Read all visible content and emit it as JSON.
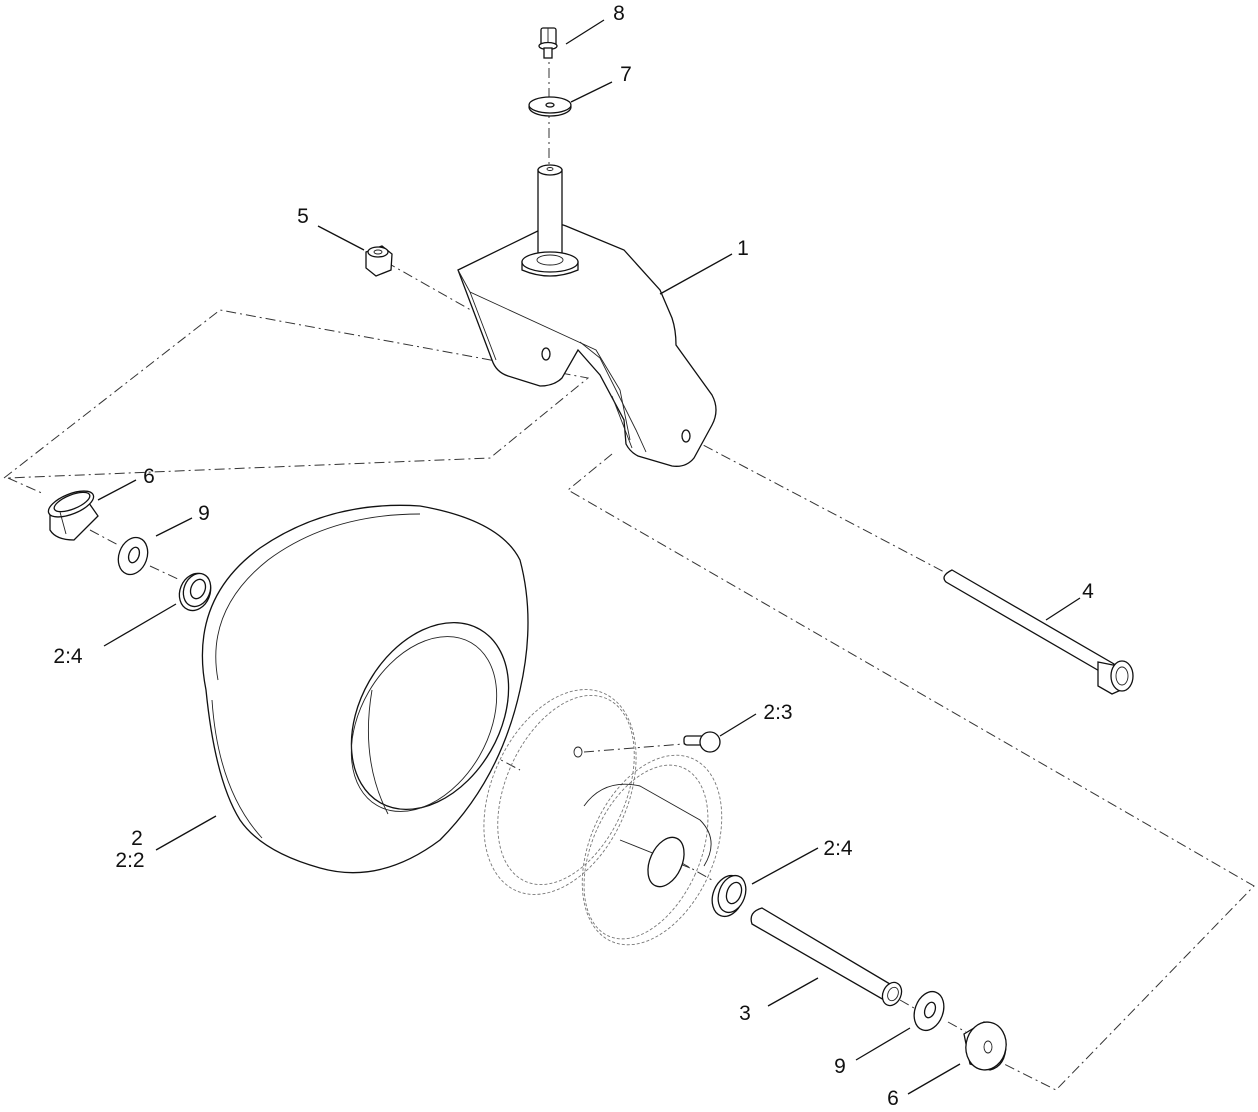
{
  "callouts": {
    "c8": "8",
    "c7": "7",
    "c5": "5",
    "c1": "1",
    "c6_top": "6",
    "c9_top": "9",
    "c2_4_left": "2:4",
    "c4": "4",
    "c2_3": "2:3",
    "c2": "2",
    "c2_2": "2:2",
    "c2_4_right": "2:4",
    "c3": "3",
    "c9_bottom": "9",
    "c6_bottom": "6"
  }
}
